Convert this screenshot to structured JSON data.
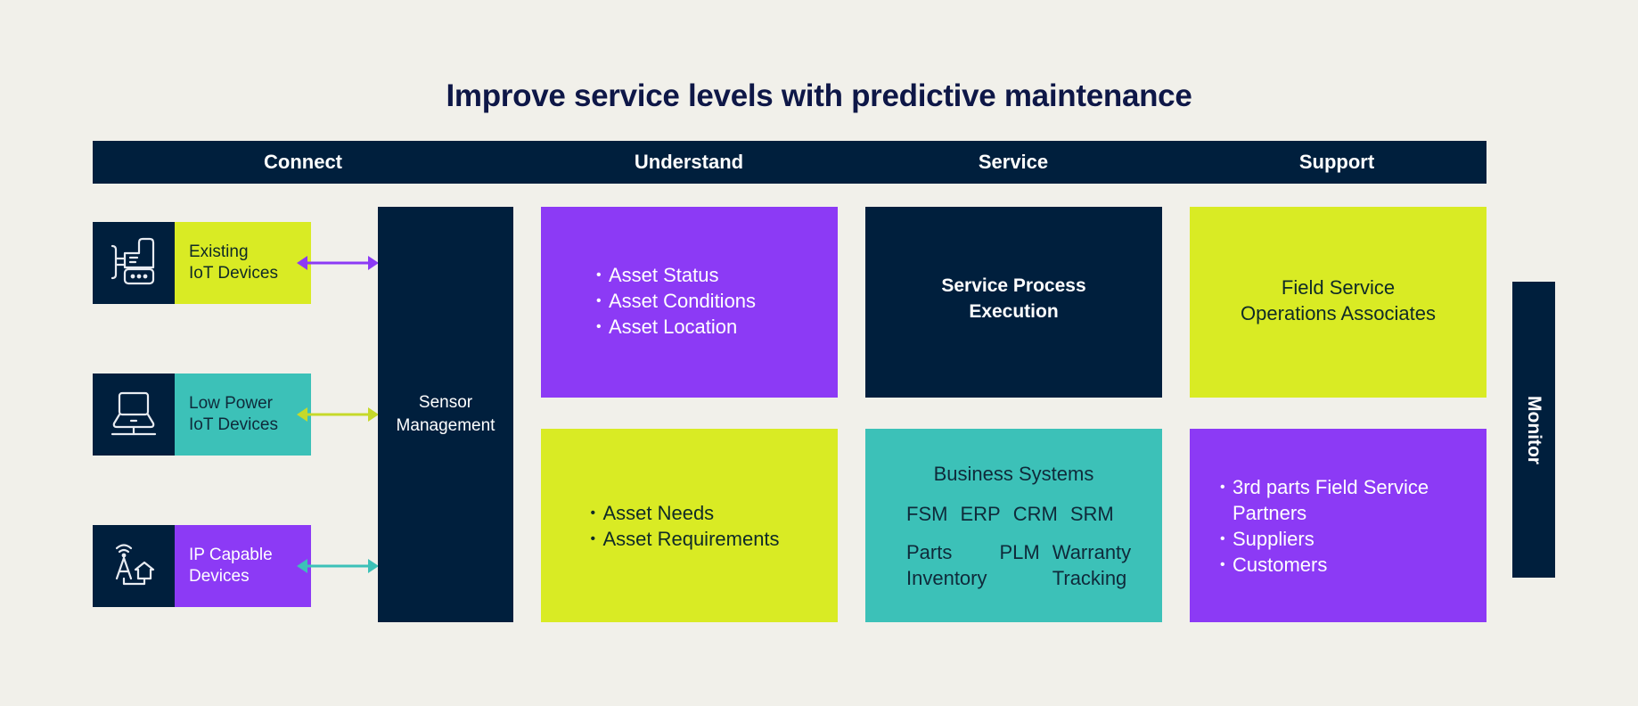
{
  "title": "Improve service levels with predictive maintenance",
  "phases": [
    {
      "label": "Connect"
    },
    {
      "label": "Understand"
    },
    {
      "label": "Service"
    },
    {
      "label": "Support"
    }
  ],
  "devices": [
    {
      "icon": "bulldozer-icon",
      "line1": "Existing",
      "line2": "IoT Devices",
      "color": "#d9eb24",
      "arrow_color": "#8c3af5"
    },
    {
      "icon": "laptop-network-icon",
      "line1": "Low Power",
      "line2": "IoT Devices",
      "color": "#3cc1b8",
      "arrow_color": "#c6d92a"
    },
    {
      "icon": "antenna-house-icon",
      "line1": "IP Capable",
      "line2": "Devices",
      "color": "#8c3af5",
      "arrow_color": "#3cc1b8"
    }
  ],
  "sensor_management": {
    "line1": "Sensor",
    "line2": "Management"
  },
  "understand": {
    "top": {
      "items": [
        "Asset Status",
        "Asset Conditions",
        "Asset Location"
      ],
      "color": "#8c3af5"
    },
    "bottom": {
      "items": [
        "Asset Needs",
        "Asset Requirements"
      ],
      "color": "#d9eb24"
    }
  },
  "service": {
    "top": {
      "line1": "Service Process",
      "line2": "Execution",
      "color": "#001f3d"
    },
    "bottom": {
      "title": "Business Systems",
      "row1": [
        "FSM",
        "ERP",
        "CRM",
        "SRM"
      ],
      "row2": [
        "Parts",
        "PLM",
        "Warranty"
      ],
      "row3": [
        "Inventory",
        "",
        "Tracking"
      ],
      "color": "#3cc1b8"
    }
  },
  "support": {
    "top": {
      "line1": "Field Service",
      "line2": "Operations Associates",
      "color": "#d9eb24"
    },
    "bottom": {
      "items": [
        "3rd parts Field Service Partners",
        "Suppliers",
        "Customers"
      ],
      "color": "#8c3af5"
    }
  },
  "monitor": {
    "label": "Monitor"
  },
  "colors": {
    "background": "#f1f0ea",
    "navy": "#001f3d",
    "purple": "#8c3af5",
    "lime": "#d9eb24",
    "teal": "#3cc1b8",
    "title": "#0e1747"
  }
}
